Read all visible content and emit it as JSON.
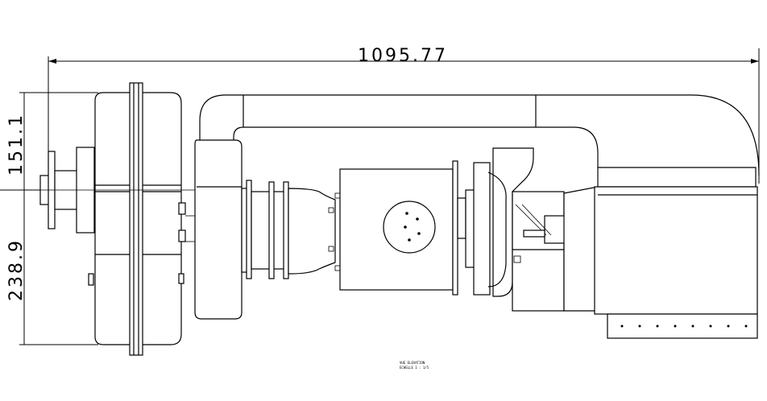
{
  "dimensions": {
    "overall_length": "1095.77",
    "upper_height": "151.1",
    "lower_height": "238.9"
  },
  "caption": {
    "line1": "VUE ELEVATION",
    "line2": "ECHELLE 1 : 1/5"
  },
  "colors": {
    "line": "#000000",
    "background": "#ffffff"
  }
}
